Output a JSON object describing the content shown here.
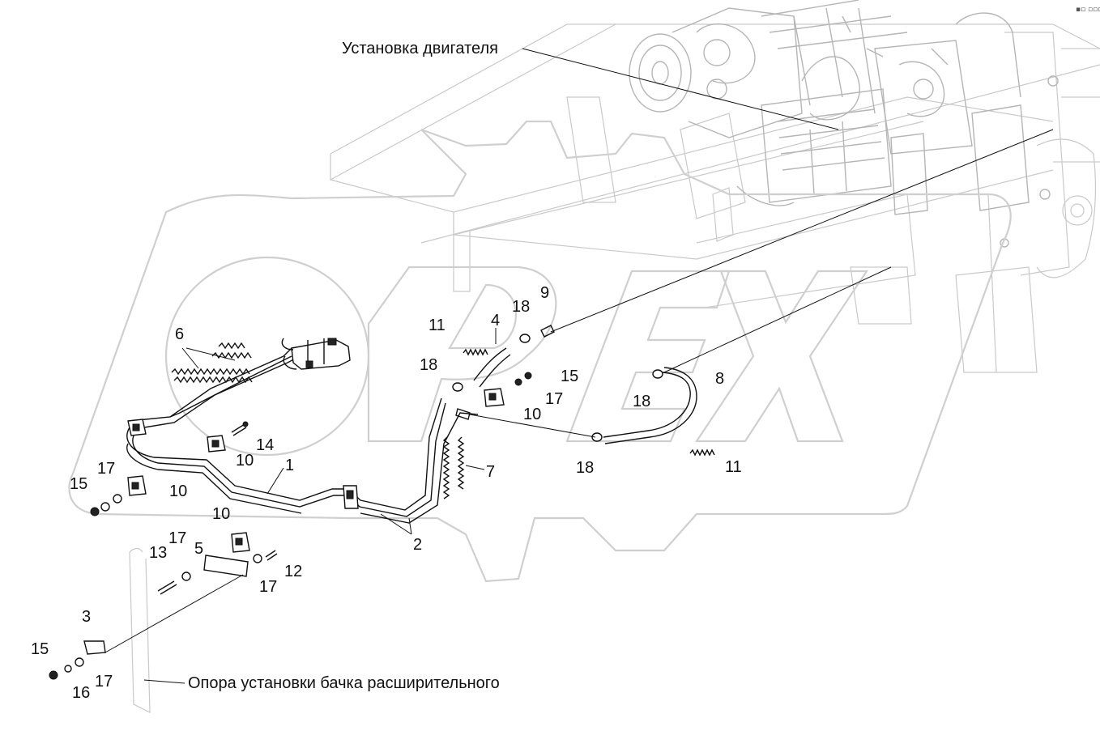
{
  "labels": {
    "engine_install": "Установка двигателя",
    "tank_support": "Опора установки бачка расширительного"
  },
  "corner_mark": "▪▫ ▫▫▫",
  "callouts": [
    {
      "id": "c1",
      "text": "1"
    },
    {
      "id": "c2",
      "text": "2"
    },
    {
      "id": "c3",
      "text": "3"
    },
    {
      "id": "c4",
      "text": "4"
    },
    {
      "id": "c5",
      "text": "5"
    },
    {
      "id": "c6",
      "text": "6"
    },
    {
      "id": "c7",
      "text": "7"
    },
    {
      "id": "c8",
      "text": "8"
    },
    {
      "id": "c9",
      "text": "9"
    },
    {
      "id": "c10a",
      "text": "10"
    },
    {
      "id": "c10b",
      "text": "10"
    },
    {
      "id": "c10c",
      "text": "10"
    },
    {
      "id": "c10d",
      "text": "10"
    },
    {
      "id": "c11a",
      "text": "11"
    },
    {
      "id": "c11b",
      "text": "11"
    },
    {
      "id": "c12",
      "text": "12"
    },
    {
      "id": "c13",
      "text": "13"
    },
    {
      "id": "c14",
      "text": "14"
    },
    {
      "id": "c15a",
      "text": "15"
    },
    {
      "id": "c15b",
      "text": "15"
    },
    {
      "id": "c15c",
      "text": "15"
    },
    {
      "id": "c16",
      "text": "16"
    },
    {
      "id": "c17a",
      "text": "17"
    },
    {
      "id": "c17b",
      "text": "17"
    },
    {
      "id": "c17c",
      "text": "17"
    },
    {
      "id": "c17d",
      "text": "17"
    },
    {
      "id": "c17e",
      "text": "17"
    },
    {
      "id": "c18a",
      "text": "18"
    },
    {
      "id": "c18b",
      "text": "18"
    },
    {
      "id": "c18c",
      "text": "18"
    },
    {
      "id": "c18d",
      "text": "18"
    }
  ]
}
